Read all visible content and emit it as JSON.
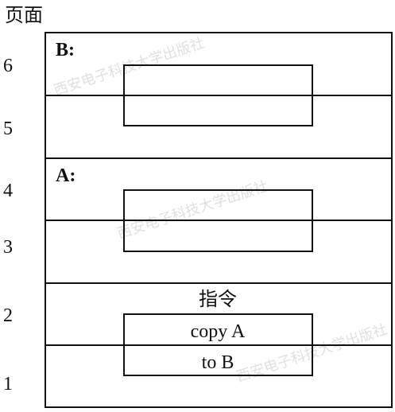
{
  "diagram": {
    "axis_title": "页面",
    "page_numbers": [
      "6",
      "5",
      "4",
      "3",
      "2",
      "1"
    ],
    "segment_b_label": "B:",
    "segment_a_label": "A:",
    "instruction_title": "指令",
    "instruction_line1": "copy A",
    "instruction_line2": "to B",
    "watermark": "西安电子科技大学出版社"
  },
  "colors": {
    "stroke": "#111111",
    "background": "#ffffff",
    "watermark": "#bcbcbc"
  }
}
